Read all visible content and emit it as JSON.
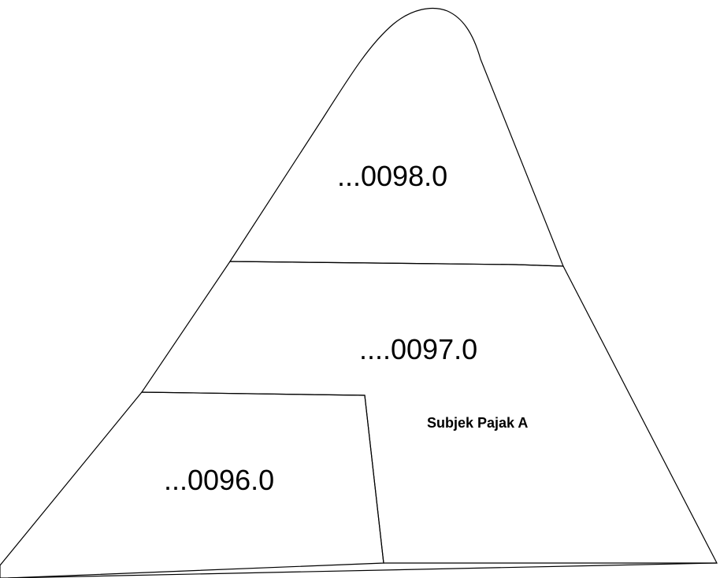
{
  "parcels": [
    {
      "id": "parcel-0098",
      "label": "...0098.0",
      "pattern": "sparse-dots"
    },
    {
      "id": "parcel-0097",
      "label": "....0097.0",
      "pattern": "dense-grid"
    },
    {
      "id": "parcel-0096",
      "label": "...0096.0",
      "pattern": "vertical-hatch"
    }
  ],
  "subject_label": "Subjek Pajak A",
  "colors": {
    "ink": "#000000",
    "background": "#ffffff"
  }
}
